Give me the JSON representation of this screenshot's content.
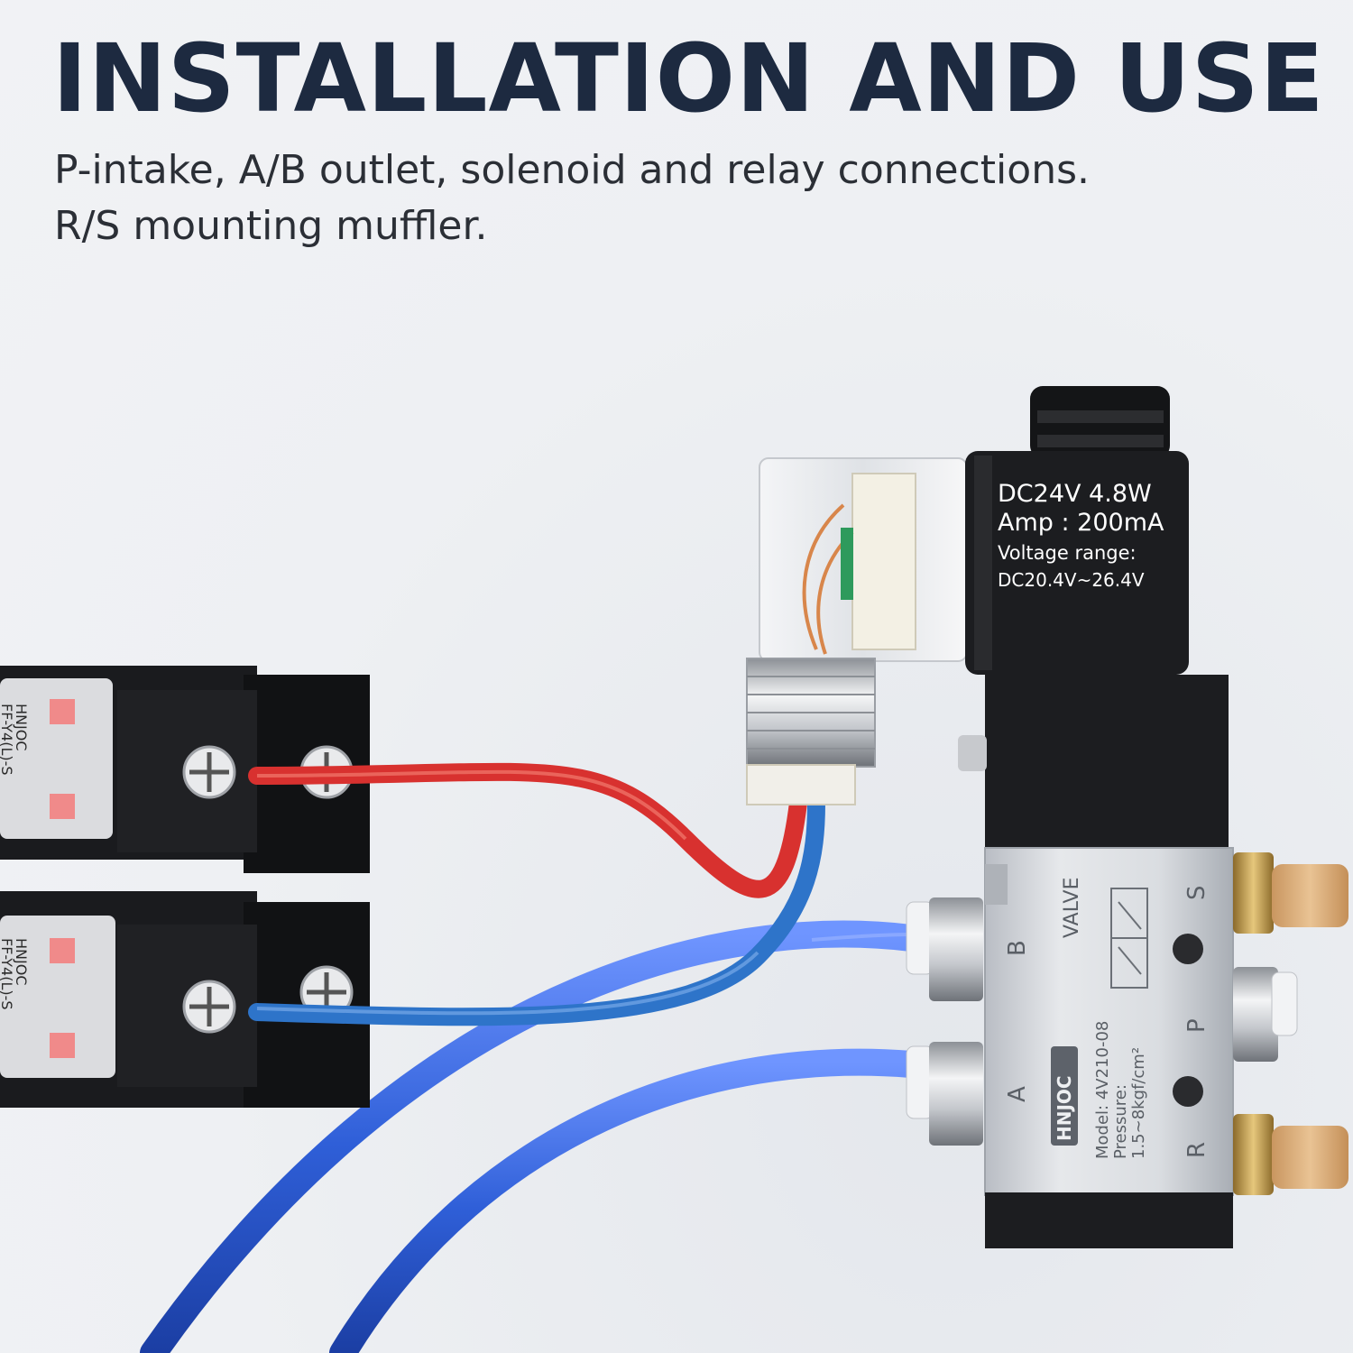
{
  "header": {
    "title": "INSTALLATION AND USE",
    "subtitle_line1": "P-intake, A/B outlet, solenoid and relay connections.",
    "subtitle_line2": "R/S mounting muffler."
  },
  "coil": {
    "line1": "DC24V  4.8W",
    "line2": "Amp :  200mA",
    "line3": "Voltage range:",
    "line4": "DC20.4V~26.4V"
  },
  "valve": {
    "port_a": "A",
    "port_b": "B",
    "port_p": "P",
    "port_r": "R",
    "port_s": "S",
    "valve_label": "VALVE",
    "brand": "HNJOC",
    "model": "Model: 4V210-08",
    "pressure_label": "Pressure:",
    "pressure_value": "1.5~8kgf/cm²"
  },
  "relays": {
    "brand": "HNJOC",
    "model_partial": "FF-Y4(L)-S"
  },
  "colors": {
    "title": "#1d2a40",
    "tube_blue": "#2f5fd8",
    "wire_red": "#d8312f",
    "wire_blue": "#2e74c9",
    "body_black": "#1e1f22",
    "aluminum": "#d6d9de",
    "brass": "#c9a85a",
    "muffler": "#d9b07c"
  }
}
